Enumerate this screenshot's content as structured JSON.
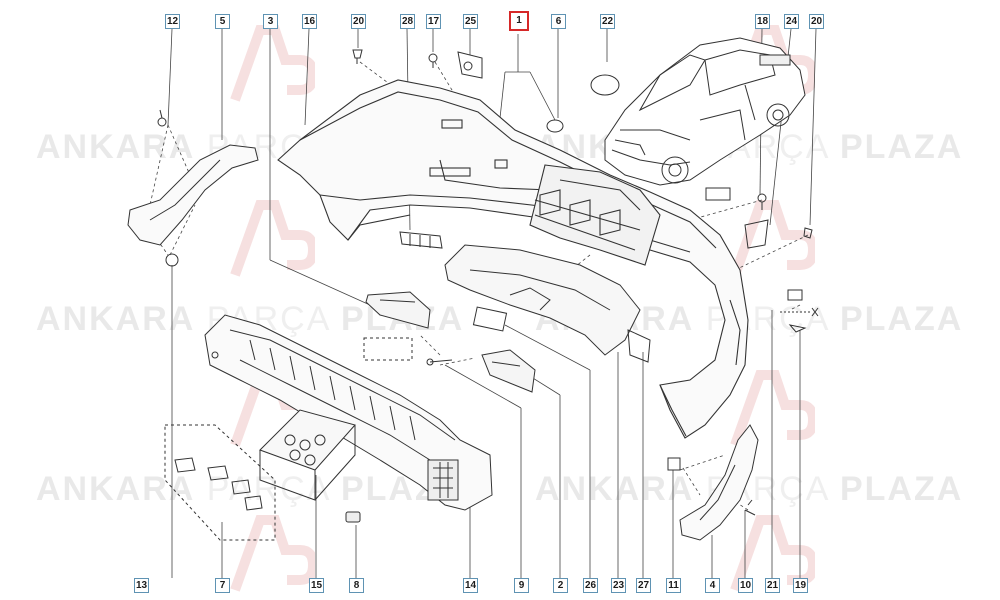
{
  "watermark": {
    "word1": "ANKARA",
    "word2": "PARÇA",
    "word3": "PLAZA",
    "logo_letters": "AP"
  },
  "callouts": {
    "top": [
      "12",
      "5",
      "3",
      "16",
      "20",
      "28",
      "17",
      "25",
      "1",
      "6",
      "22",
      "18",
      "24",
      "20"
    ],
    "bottom": [
      "13",
      "7",
      "15",
      "8",
      "14",
      "9",
      "2",
      "26",
      "23",
      "27",
      "11",
      "4",
      "10",
      "21",
      "19"
    ],
    "highlighted": "1"
  },
  "colors": {
    "callout_border": "#5f93b3",
    "highlight_border": "#d62828",
    "line_art": "#333333",
    "watermark": "#e9e9e9"
  }
}
